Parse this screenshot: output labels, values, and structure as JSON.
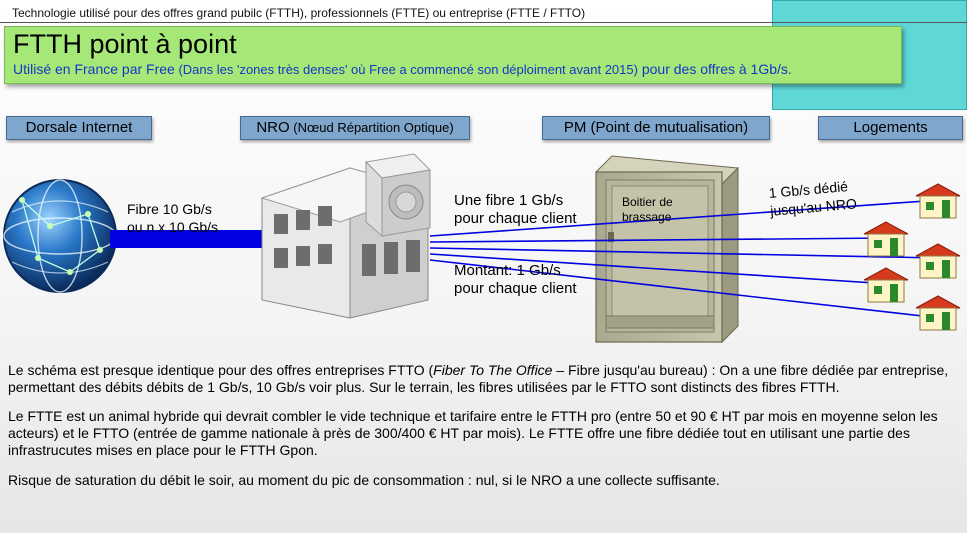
{
  "header_note": "Technologie utilisé pour des offres grand pubilc (FTTH), professionnels (FTTE) ou entreprise (FTTE / FTTO)",
  "title": "FTTH point à point",
  "subtitle": {
    "lead": "Utilisé en France par Free",
    "detail": " (Dans les 'zones très denses' où Free a commencé son déploiment avant 2015)",
    "tail": " pour des offres à 1Gb/s."
  },
  "tags": {
    "dorsale": "Dorsale Internet",
    "nro_main": "NRO",
    "nro_detail": " (Nœud Répartition Optique)",
    "pm": "PM (Point de mutualisation)",
    "logements": "Logements"
  },
  "labels": {
    "fibre_line1": "Fibre 10 Gb/s",
    "fibre_line2": "ou n x 10 Gb/s",
    "une_fibre_line1": "Une fibre 1 Gb/s",
    "une_fibre_line2": "pour chaque client",
    "montant_line1": "Montant: 1 Gb/s",
    "montant_line2": "pour chaque client",
    "boitier_line1": "Boitier de",
    "boitier_line2": "brassage",
    "dedie_line1": "1 Gb/s dédié",
    "dedie_line2": "jusqu'au NRO"
  },
  "paragraphs": {
    "p1_a": "Le schéma est presque identique pour des offres entreprises FTTO (",
    "p1_italic": "Fiber To The Office",
    "p1_b": " – Fibre jusqu'au bureau) : On a une fibre dédiée par entreprise, permettant des débits débits de 1 Gb/s, 10 Gb/s voir plus. Sur le terrain, les fibres utilisées par le FTTO sont distincts des fibres FTTH.",
    "p2": "Le FTTE est un animal hybride qui devrait combler le vide technique et tarifaire entre le FTTH pro (entre 50 et 90 € HT par mois en moyenne selon les acteurs) et le FTTO (entrée de gamme nationale à près de 300/400 € HT par mois). Le FTTE offre une fibre dédiée tout en utilisant une partie des infrastrucutes mises en place pour le FTTH Gpon.",
    "p3": "Risque de saturation du débit le soir, au moment du pic de consommation : nul, si le NRO a une collecte suffisante."
  },
  "colors": {
    "fibre": "#0000e0",
    "tag_bg": "#7fa6cd",
    "title_bg": "#a6e878",
    "accent_teal": "#5fd7d7",
    "subtitle_text": "#1636c8"
  }
}
